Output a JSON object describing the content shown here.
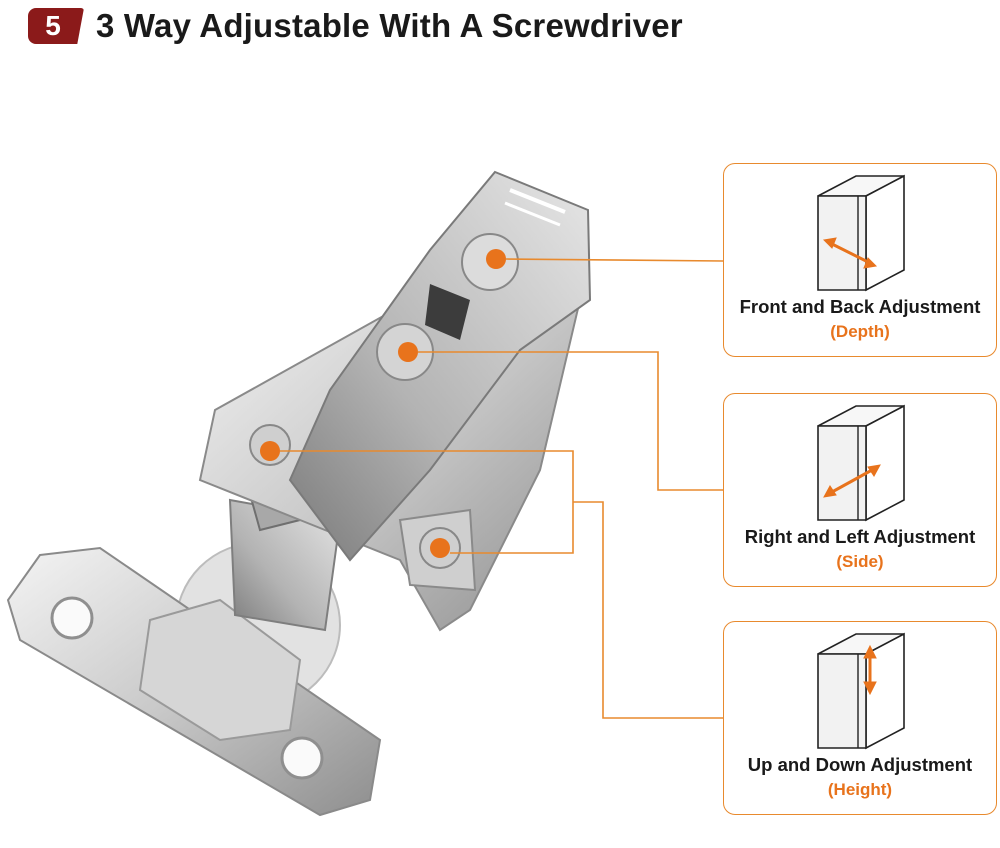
{
  "header": {
    "step": "5",
    "title": "3 Way Adjustable With A Screwdriver"
  },
  "colors": {
    "accent": "#e8731c",
    "badge": "#8b1a1a",
    "line": "#e88a2e"
  },
  "adjustments": [
    {
      "label": "Front and Back Adjustment",
      "sub": "(Depth)",
      "arrow": "diagonal-front-back"
    },
    {
      "label": "Right and Left Adjustment",
      "sub": "(Side)",
      "arrow": "diagonal-side"
    },
    {
      "label": "Up and Down Adjustment",
      "sub": "(Height)",
      "arrow": "vertical"
    }
  ]
}
